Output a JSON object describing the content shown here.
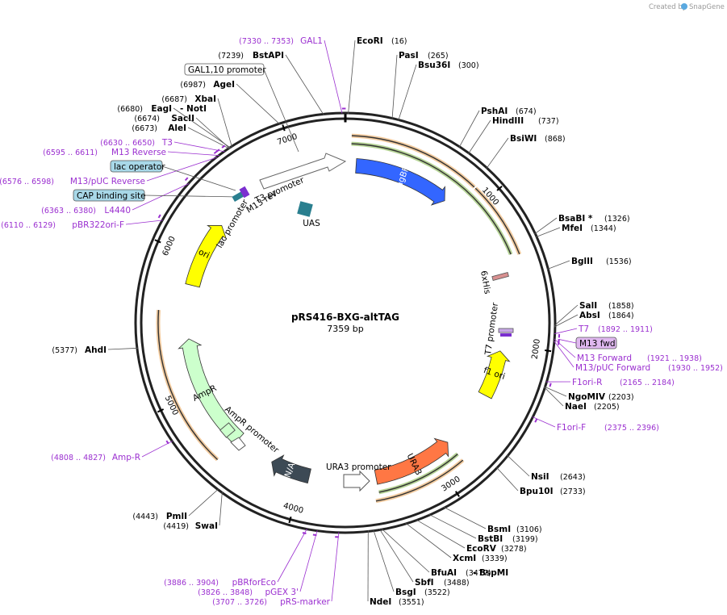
{
  "credit": {
    "prefix": "Created by",
    "brand": "SnapGene"
  },
  "plasmid": {
    "name": "pRS416-BXG-altTAG",
    "length_label": "7359 bp",
    "length": 7359
  },
  "ticks": [
    {
      "label": "1000",
      "bp": 1000
    },
    {
      "label": "2000",
      "bp": 2000
    },
    {
      "label": "3000",
      "bp": 3000
    },
    {
      "label": "4000",
      "bp": 4000
    },
    {
      "label": "5000",
      "bp": 5000
    },
    {
      "label": "6000",
      "bp": 6000
    },
    {
      "label": "7000",
      "bp": 7000
    }
  ],
  "enzymes": [
    {
      "name": "EcoRI",
      "pos": "(16)",
      "bp": 16
    },
    {
      "name": "PasI",
      "pos": "(265)",
      "bp": 265
    },
    {
      "name": "Bsu36I",
      "pos": "(300)",
      "bp": 300
    },
    {
      "name": "PshAI",
      "pos": "(674)",
      "bp": 674
    },
    {
      "name": "HindIII",
      "pos": "(737)",
      "bp": 737
    },
    {
      "name": "BsiWI",
      "pos": "(868)",
      "bp": 868
    },
    {
      "name": "BsaBI *",
      "pos": "(1326)",
      "bp": 1326
    },
    {
      "name": "MfeI",
      "pos": "(1344)",
      "bp": 1344
    },
    {
      "name": "BglII",
      "pos": "(1536)",
      "bp": 1536
    },
    {
      "name": "SalI",
      "pos": "(1858)",
      "bp": 1858
    },
    {
      "name": "AbsI",
      "pos": "(1864)",
      "bp": 1864
    },
    {
      "name": "NgoMIV",
      "pos": "(2203)",
      "bp": 2203
    },
    {
      "name": "NaeI",
      "pos": "(2205)",
      "bp": 2205
    },
    {
      "name": "NsiI",
      "pos": "(2643)",
      "bp": 2643
    },
    {
      "name": "Bpu10I",
      "pos": "(2733)",
      "bp": 2733
    },
    {
      "name": "BsmI",
      "pos": "(3106)",
      "bp": 3106
    },
    {
      "name": "BstBI",
      "pos": "(3199)",
      "bp": 3199
    },
    {
      "name": "EcoRV",
      "pos": "(3278)",
      "bp": 3278
    },
    {
      "name": "XcmI",
      "pos": "(3339)",
      "bp": 3339
    },
    {
      "name": "BfuAI",
      "pos": "(3477)",
      "bp": 3477
    },
    {
      "name": "BspMI",
      "pos": "",
      "bp": 3477
    },
    {
      "name": "SbfI",
      "pos": "(3488)",
      "bp": 3488
    },
    {
      "name": "BsgI",
      "pos": "(3522)",
      "bp": 3522
    },
    {
      "name": "NdeI",
      "pos": "(3551)",
      "bp": 3551
    },
    {
      "name": "SwaI",
      "pos": "(4419)",
      "bp": 4419
    },
    {
      "name": "PmlI",
      "pos": "(4443)",
      "bp": 4443
    },
    {
      "name": "AhdI",
      "pos": "(5377)",
      "bp": 5377
    },
    {
      "name": "AleI",
      "pos": "(6673)",
      "bp": 6673
    },
    {
      "name": "SacII",
      "pos": "(6674)",
      "bp": 6674
    },
    {
      "name": "EagI",
      "pos": "(6680)",
      "bp": 6680
    },
    {
      "name": "NotI",
      "pos": "",
      "bp": 6680
    },
    {
      "name": "XbaI",
      "pos": "(6687)",
      "bp": 6687
    },
    {
      "name": "AgeI",
      "pos": "(6987)",
      "bp": 6987
    },
    {
      "name": "BstAPI",
      "pos": "(7239)",
      "bp": 7239
    }
  ],
  "primers": [
    {
      "name": "GAL1",
      "range": "(7330 .. 7353)",
      "bp": 7341
    },
    {
      "name": "T7",
      "range": "(1892 .. 1911)",
      "bp": 1901
    },
    {
      "name": "M13 fwd",
      "range": "",
      "bp": 1930
    },
    {
      "name": "M13 Forward",
      "range": "(1921 .. 1938)",
      "bp": 1929
    },
    {
      "name": "M13/pUC Forward",
      "range": "(1930 .. 1952)",
      "bp": 1941
    },
    {
      "name": "F1ori-R",
      "range": "(2165 .. 2184)",
      "bp": 2174
    },
    {
      "name": "F1ori-F",
      "range": "(2375 .. 2396)",
      "bp": 2385
    },
    {
      "name": "pRS-marker",
      "range": "(3707 .. 3726)",
      "bp": 3716
    },
    {
      "name": "pGEX 3'",
      "range": "(3826 .. 3848)",
      "bp": 3837
    },
    {
      "name": "pBRforEco",
      "range": "(3886 .. 3904)",
      "bp": 3895
    },
    {
      "name": "Amp-R",
      "range": "(4808 .. 4827)",
      "bp": 4817
    },
    {
      "name": "pBR322ori-F",
      "range": "(6110 .. 6129)",
      "bp": 6119
    },
    {
      "name": "L4440",
      "range": "(6363 .. 6380)",
      "bp": 6371
    },
    {
      "name": "M13/pUC Reverse",
      "range": "(6576 .. 6598)",
      "bp": 6587
    },
    {
      "name": "M13 Reverse",
      "range": "(6595 .. 6611)",
      "bp": 6603
    },
    {
      "name": "T3",
      "range": "(6630 .. 6650)",
      "bp": 6640
    }
  ],
  "boxed_features": [
    {
      "name": "GAL1,10 promoter",
      "bp": 7200,
      "fill": "#ffffff"
    },
    {
      "name": "lac operator",
      "bp": 6560,
      "fill": "#a8d8e8"
    },
    {
      "name": "CAP binding site",
      "bp": 6500,
      "fill": "#a8d8e8"
    }
  ],
  "features": [
    {
      "name": "TagBFP",
      "start": 80,
      "end": 800,
      "dir": 1,
      "color": "#3366ff",
      "track": "inner",
      "label_color": "#ffffff"
    },
    {
      "name": "URA3",
      "start": 2850,
      "end": 3450,
      "dir": -1,
      "color": "#ff7744",
      "track": "inner",
      "label_color": "#000000"
    },
    {
      "name": "f1 ori",
      "start": 2050,
      "end": 2400,
      "dir": -1,
      "color": "#ffff00",
      "track": "inner",
      "label_color": "#000000"
    },
    {
      "name": "CEN/ARS",
      "start": 3950,
      "end": 4250,
      "dir": 1,
      "color": "#3d4a55",
      "track": "inner",
      "label_color": "#ffffff"
    },
    {
      "name": "AmpR",
      "start": 4550,
      "end": 5400,
      "dir": 1,
      "color": "#ccffcc",
      "track": "inner",
      "label_color": "#000000"
    },
    {
      "name": "ori",
      "start": 5800,
      "end": 6300,
      "dir": 1,
      "color": "#ffff00",
      "track": "inner",
      "label_color": "#000000"
    }
  ],
  "labels": {
    "uas": "UAS",
    "t3_promoter": "T3 promoter",
    "m13_rev": "M13 rev",
    "lac_promoter": "lac promoter",
    "six_his": "6xHis",
    "t7_promoter": "T7 promoter",
    "ura3_promoter": "URA3 promoter",
    "ampr_promoter": "AmpR promoter"
  }
}
